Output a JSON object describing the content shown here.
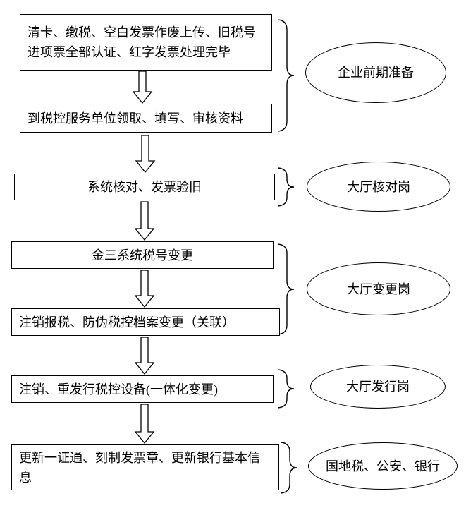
{
  "diagram": {
    "type": "flowchart",
    "steps": [
      {
        "id": 1,
        "text": "清卡、缴税、空白发票作废上传、旧税号进项票全部认证、红字发票处理完毕"
      },
      {
        "id": 2,
        "text": "到税控服务单位领取、填写、审核资料"
      },
      {
        "id": 3,
        "text": "系统核对、发票验旧"
      },
      {
        "id": 4,
        "text": "金三系统税号变更"
      },
      {
        "id": 5,
        "text": "注销报税、防伪税控档案变更（关联）"
      },
      {
        "id": 6,
        "text": "注销、重发行税控设备(一体化变更)"
      },
      {
        "id": 7,
        "text": "更新一证通、刻制发票章、更新银行基本信息"
      }
    ],
    "roles": [
      {
        "label": "企业前期准备",
        "covers_steps": [
          1,
          2
        ]
      },
      {
        "label": "大厅核对岗",
        "covers_steps": [
          3
        ]
      },
      {
        "label": "大厅变更岗",
        "covers_steps": [
          4,
          5
        ]
      },
      {
        "label": "大厅发行岗",
        "covers_steps": [
          6
        ]
      },
      {
        "label": "国地税、公安、银行",
        "covers_steps": [
          7
        ]
      }
    ],
    "colors": {
      "line": "#000000",
      "shape_fill": "#ffffff",
      "background": "#ffffff"
    }
  }
}
